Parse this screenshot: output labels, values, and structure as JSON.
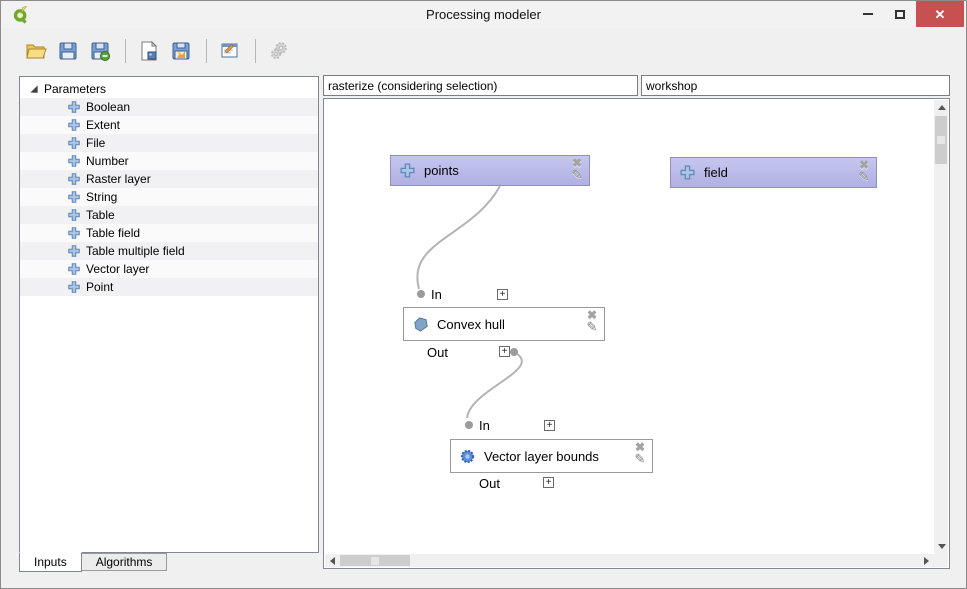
{
  "window": {
    "title": "Processing modeler",
    "close_glyph": "✕"
  },
  "colors": {
    "input_node_fill": "#b8b8e8",
    "input_node_border": "#8f8fc0",
    "algorithm_node_border": "#9a9a9a",
    "connection_curve": "#b4b4b4",
    "close_button_red": "#c75050",
    "param_plus_blue": "#7da0cd"
  },
  "toolbar": {
    "icons": [
      "open-model",
      "save-model",
      "save-model-as",
      "export-model-as-image",
      "export-model-as-python",
      "edit-model-help",
      "run-model"
    ]
  },
  "model_inputs": {
    "name_value": "rasterize (considering selection)",
    "group_value": "workshop"
  },
  "sidebar": {
    "root_label": "Parameters",
    "items": [
      "Boolean",
      "Extent",
      "File",
      "Number",
      "Raster layer",
      "String",
      "Table",
      "Table field",
      "Table multiple field",
      "Vector layer",
      "Point"
    ],
    "tabs": [
      {
        "label": "Inputs"
      },
      {
        "label": "Algorithms"
      }
    ]
  },
  "canvas": {
    "nodes": [
      {
        "label": "points",
        "type": "input"
      },
      {
        "label": "field",
        "type": "input"
      },
      {
        "label": "Convex hull",
        "type": "algorithm",
        "in_label": "In",
        "out_label": "Out"
      },
      {
        "label": "Vector layer bounds",
        "type": "algorithm",
        "in_label": "In",
        "out_label": "Out"
      }
    ],
    "delete_glyph": "✖",
    "edit_glyph": "✎",
    "expander_glyph": "+"
  }
}
